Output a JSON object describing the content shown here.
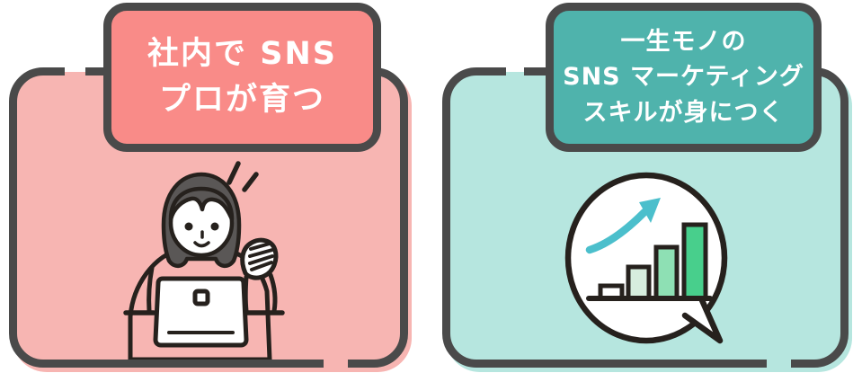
{
  "page": {
    "description": "two-benefit infographic panels"
  },
  "colors": {
    "page-bg": "#FFFFFF",
    "card-border": "#4A4A4A",
    "line": "#26211D",
    "pink-header": "#F98B88",
    "pink-card": "#F7B5B2",
    "teal-header": "#4FB3AC",
    "teal-card": "#B6E6DF",
    "hair": "#5A5756",
    "bubble-fill": "#FFFFFF",
    "bar1-fill": "#FFFFFF",
    "bar2-fill": "#D7EEDE",
    "bar3-fill": "#8EE0B4",
    "bar4-fill": "#48CF8C",
    "arrow": "#4BBFCC",
    "title-text": "#FFFFFF"
  },
  "left_card": {
    "title": {
      "line1": "社内で SNS",
      "line2": "プロが育つ"
    },
    "illustration": "woman-working-on-laptop-raising-fist"
  },
  "right_card": {
    "title": {
      "line1": "一生モノの",
      "line2": "SNS マーケティング",
      "line3": "スキルが身につく"
    },
    "illustration": "speech-bubble-growth-bar-chart-with-rising-arrow",
    "chart_icon": {
      "type": "bar",
      "bar_relative_heights": [
        14,
        35,
        57,
        82
      ],
      "trend": "increasing"
    }
  }
}
